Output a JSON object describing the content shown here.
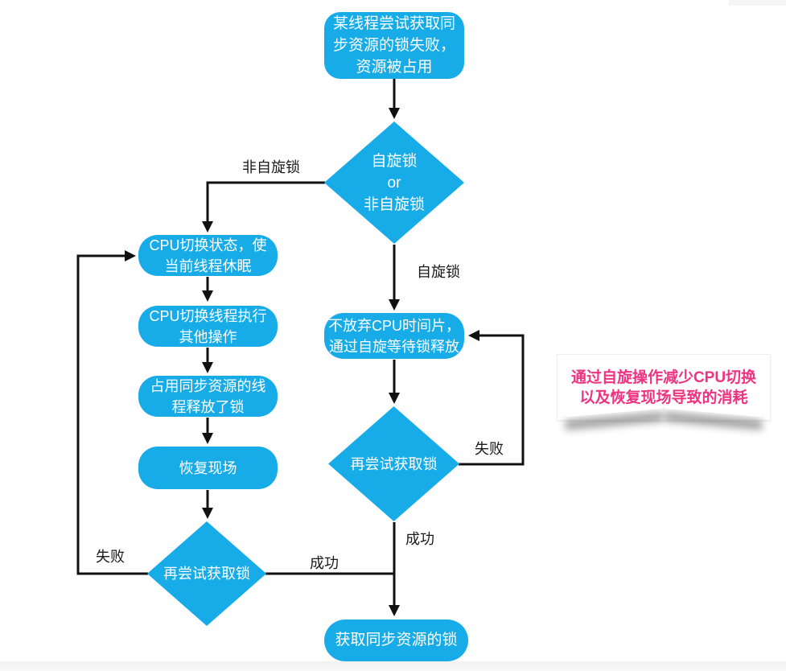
{
  "colors": {
    "node_fill": "#17ACE8",
    "connector": "#111111",
    "edge_label_text": "#1a1a1a",
    "note_text": "#EE3381",
    "canvas_bg": "#ffffff"
  },
  "nodes": {
    "start": {
      "lines": [
        "某线程尝试获取同",
        "步资源的锁失败，",
        "资源被占用"
      ]
    },
    "decision_main": {
      "lines": [
        "自旋锁",
        "or",
        "非自旋锁"
      ]
    },
    "cpu_switch_state": {
      "lines": [
        "CPU切换状态，使",
        "当前线程休眠"
      ]
    },
    "cpu_switch_thread": {
      "lines": [
        "CPU切换线程执行",
        "其他操作"
      ]
    },
    "release_lock": {
      "lines": [
        "占用同步资源的线",
        "程释放了锁"
      ]
    },
    "restore_context": {
      "label": "恢复现场"
    },
    "retry_left": {
      "label": "再尝试获取锁"
    },
    "spin_wait": {
      "lines": [
        "不放弃CPU时间片，",
        "通过自旋等待锁释放"
      ]
    },
    "retry_right": {
      "label": "再尝试获取锁"
    },
    "acquire_lock": {
      "label": "获取同步资源的锁"
    }
  },
  "edge_labels": {
    "non_spin": "非自旋锁",
    "spin": "自旋锁",
    "fail_left": "失败",
    "success_left": "成功",
    "fail_right": "失败",
    "success_right": "成功"
  },
  "note": {
    "lines": [
      "通过自旋操作减少CPU切换",
      "以及恢复现场导致的消耗"
    ]
  }
}
